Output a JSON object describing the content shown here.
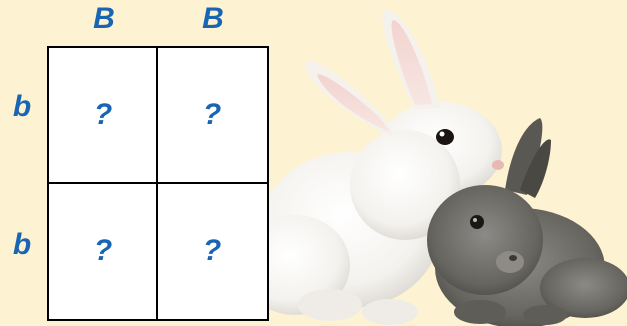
{
  "punnett": {
    "columns": [
      "B",
      "B"
    ],
    "rows": [
      "b",
      "b"
    ],
    "cells": [
      [
        "?",
        "?"
      ],
      [
        "?",
        "?"
      ]
    ]
  },
  "colors": {
    "background": "#fdf3d2",
    "allele_text": "#1a64b4",
    "grid": "#000000"
  },
  "illustration": {
    "subjects": [
      "white-rabbit",
      "gray-rabbit"
    ]
  }
}
